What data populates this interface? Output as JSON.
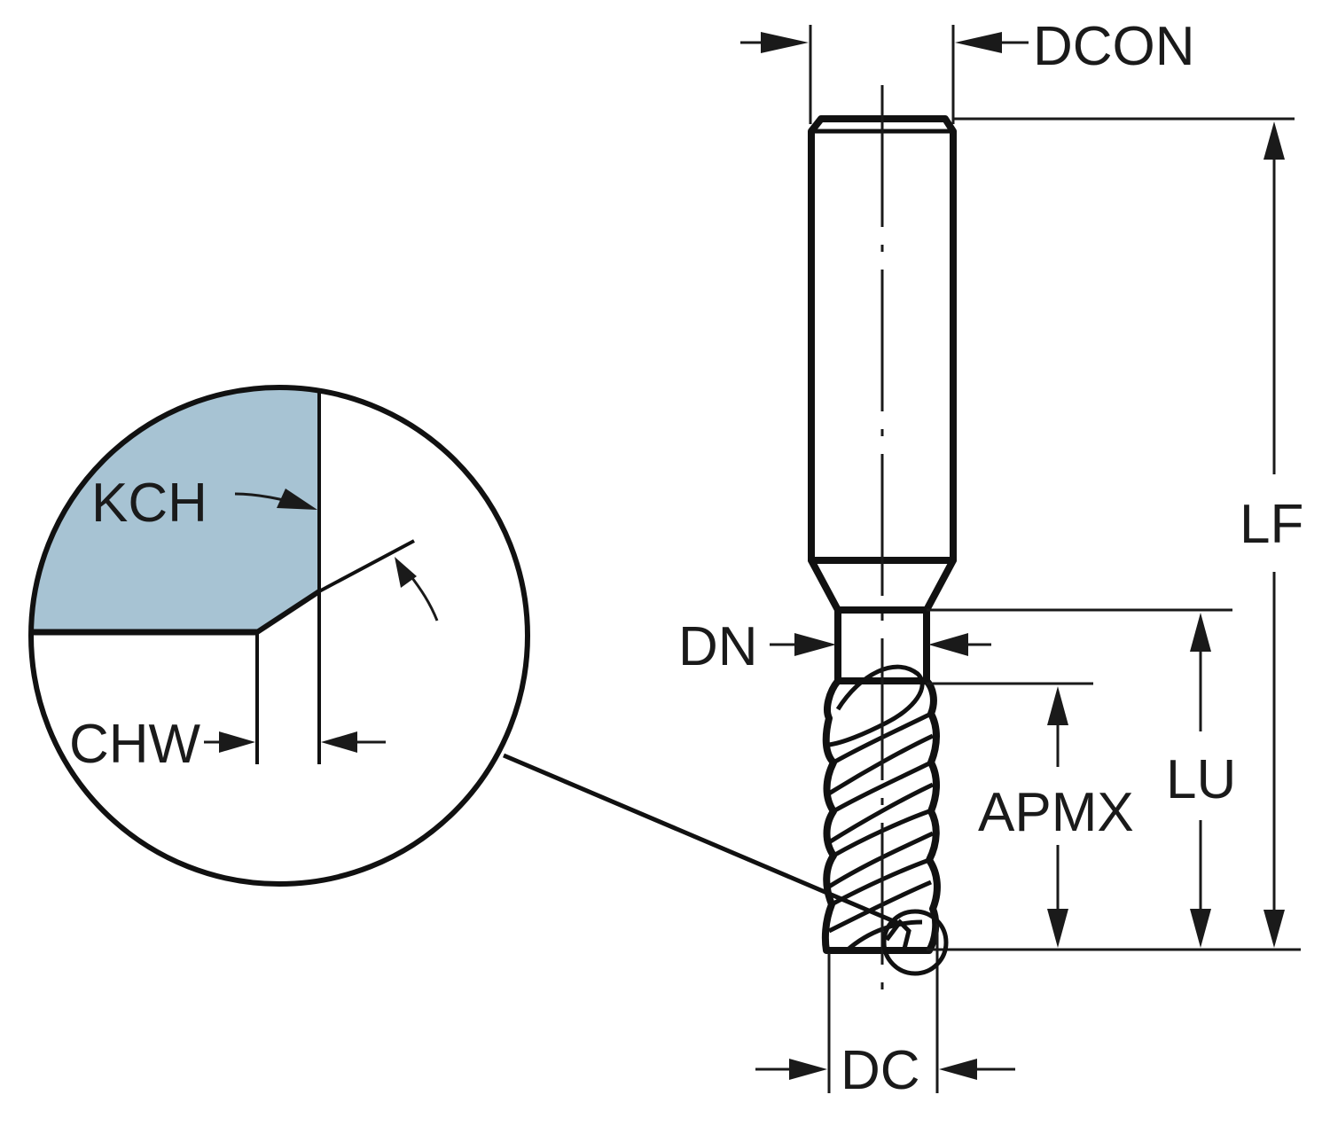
{
  "diagram": {
    "title": "Solid end mill dimension drawing",
    "colors": {
      "shank": "#c9dce6",
      "neck": "#a7c3d3",
      "flutes": "#a7c3d3",
      "detail_fill": "#a7c3d3",
      "line": "#1a1a1a"
    },
    "labels": {
      "dcon": "DCON",
      "lf": "LF",
      "dn": "DN",
      "lu": "LU",
      "apmx": "APMX",
      "dc": "DC",
      "kch": "KCH",
      "chw": "CHW"
    },
    "detail_view": {
      "description": "Magnified corner chamfer detail",
      "labels": [
        "KCH",
        "CHW"
      ]
    }
  }
}
